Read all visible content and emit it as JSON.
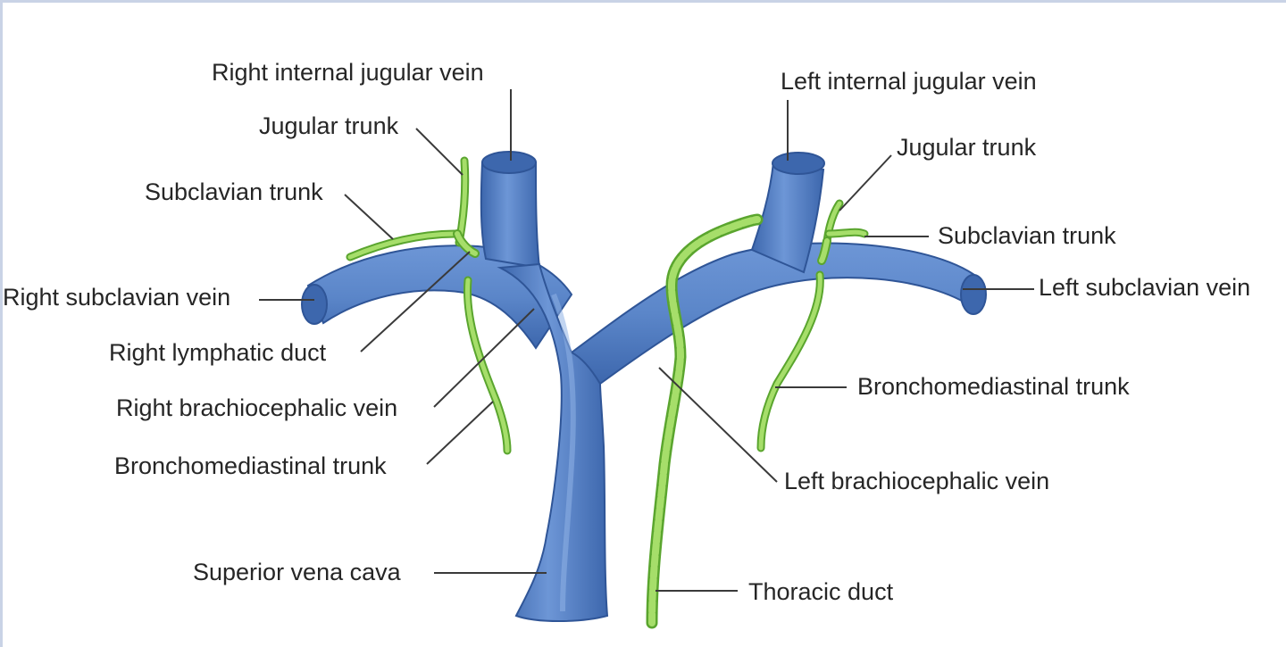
{
  "diagram": {
    "labels": {
      "right_internal_jugular_vein": "Right internal jugular vein",
      "left_internal_jugular_vein": "Left internal jugular vein",
      "right_jugular_trunk": "Jugular trunk",
      "left_jugular_trunk": "Jugular trunk",
      "right_subclavian_trunk": "Subclavian trunk",
      "left_subclavian_trunk": "Subclavian trunk",
      "right_subclavian_vein": "Right subclavian vein",
      "left_subclavian_vein": "Left subclavian vein",
      "right_lymphatic_duct": "Right lymphatic duct",
      "right_brachiocephalic_vein": "Right brachiocephalic vein",
      "left_brachiocephalic_vein": "Left brachiocephalic vein",
      "right_bronchomediastinal_trunk": "Bronchomediastinal trunk",
      "left_bronchomediastinal_trunk": "Bronchomediastinal trunk",
      "superior_vena_cava": "Superior vena cava",
      "thoracic_duct": "Thoracic duct"
    },
    "colors": {
      "vein_fill": "#5b86c9",
      "vein_dark": "#2f5597",
      "vein_light": "#8fb2e6",
      "lymph_fill": "#a6de6a",
      "lymph_dark": "#5aa52e",
      "leader": "#3a3a3a",
      "frame": "#c9d3e6"
    }
  }
}
